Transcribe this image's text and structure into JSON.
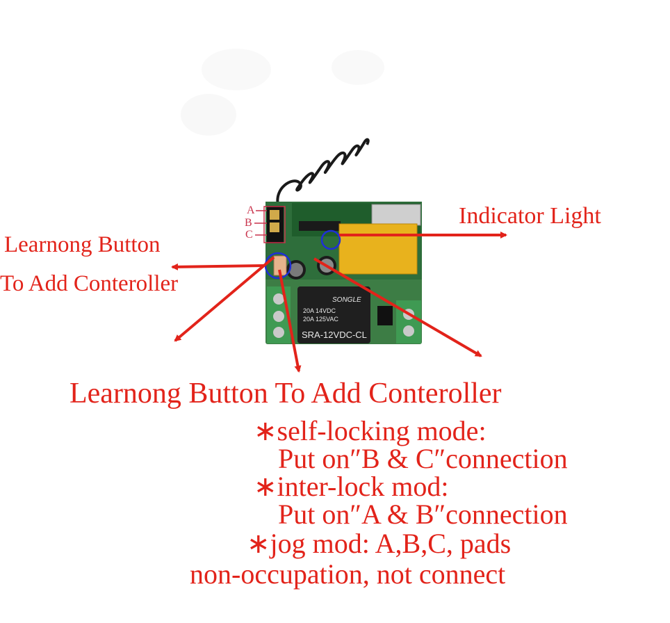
{
  "labels": {
    "left_learning_line1": "Learnong Button",
    "left_learning_line2": "To Add Conteroller",
    "indicator_light": "Indicator Light",
    "bottom_learning": "Learnong Button To Add Conteroller"
  },
  "jumper_pins": [
    "A",
    "B",
    "C"
  ],
  "notes": [
    "∗self-locking  mode:",
    "Put on″B & C″connection",
    "∗inter-lock mod:",
    "Put on″A & B″connection",
    "∗jog mod: A,B,C, pads",
    "non-occupation, not connect"
  ],
  "relay": {
    "brand": "SONGLE",
    "rating_1": "20A 14VDC",
    "rating_2": "20A 125VAC",
    "model": "SRA-12VDC-CL"
  },
  "colors": {
    "annotation_red": "#e2231a",
    "highlight_blue": "#1f2fd6",
    "pcb_green": "#2f7d3a",
    "capacitor_yellow": "#e8b21d"
  }
}
